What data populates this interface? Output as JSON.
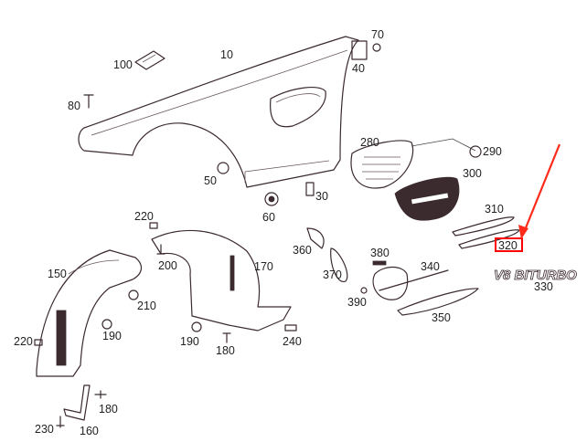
{
  "diagram": {
    "callouts": [
      "100",
      "10",
      "70",
      "40",
      "80",
      "50",
      "60",
      "30",
      "280",
      "290",
      "300",
      "310",
      "320",
      "330",
      "220",
      "200",
      "210",
      "150",
      "170",
      "360",
      "370",
      "380",
      "340",
      "390",
      "350",
      "190",
      "190",
      "180",
      "240",
      "220",
      "180",
      "230",
      "160"
    ],
    "highlighted_callout": "320",
    "highlight_color": "#ff0000",
    "arrow_color": "#ff2a1a",
    "badge_text": "V8 BITURBO",
    "line_color": "#3b2a2e"
  }
}
